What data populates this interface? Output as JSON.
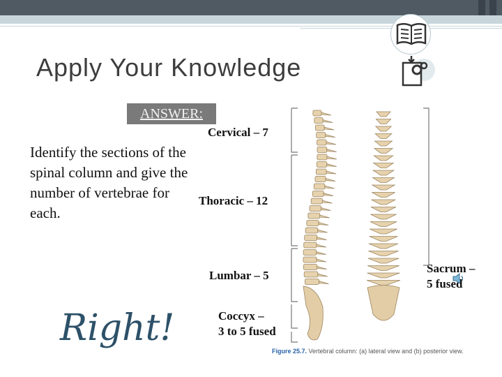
{
  "slide": {
    "title": "Apply Your Knowledge",
    "answer_label": "ANSWER:",
    "question": "Identify the sections of the spinal column and give the number of vertebrae for each.",
    "feedback": "Right!",
    "sections": {
      "cervical": "Cervical – 7",
      "thoracic": "Thoracic – 12",
      "lumbar": "Lumbar – 5",
      "coccyx_line1": "Coccyx –",
      "coccyx_line2": "3 to 5 fused",
      "sacrum_line1": "Sacrum –",
      "sacrum_line2": "5 fused"
    },
    "caption": {
      "figure": "Figure 25.7.",
      "text": "Vertebral column: (a) lateral view and (b) posterior view."
    }
  },
  "icons": [
    "book-icon",
    "document-gear-icon",
    "speaker-icon",
    "spine-illustration"
  ],
  "colors": {
    "top_bar": "#505a63",
    "accent_band": "#c8d6dc",
    "answer_box": "#7a7a7a",
    "feedback_text": "#2d5168",
    "bone": "#e6d2ad"
  }
}
